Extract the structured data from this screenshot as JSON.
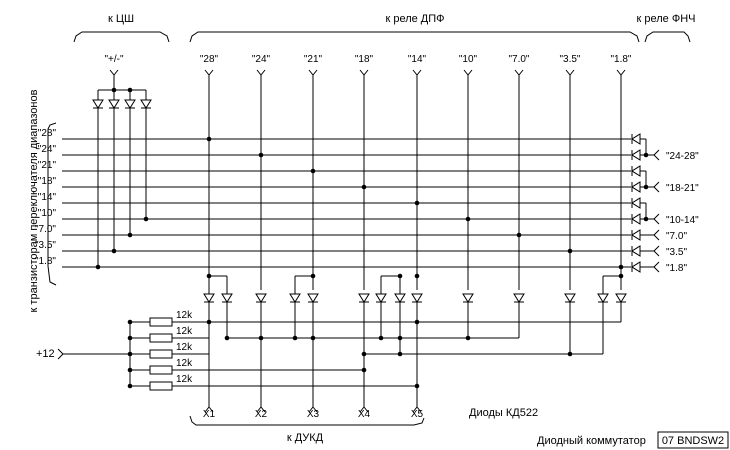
{
  "groups": {
    "csh": "к ЦШ",
    "dpf": "к реле ДПФ",
    "fnch": "к реле ФНЧ",
    "dukd": "к ДУКД"
  },
  "side_label": "к транзисторам переключателя диапазонов",
  "top_terms": [
    "\"+/-\"",
    "\"28\"",
    "\"24\"",
    "\"21\"",
    "\"18\"",
    "\"14\"",
    "\"10\"",
    "\"7.0\"",
    "\"3.5\"",
    "\"1.8\""
  ],
  "rows": [
    "\"28\"",
    "\"24\"",
    "\"21\"",
    "\"18\"",
    "\"14\"",
    "\"10\"",
    "\"7.0\"",
    "\"3.5\"",
    "\"1.8\""
  ],
  "fnch_outputs": [
    "\"24-28\"",
    "\"18-21\"",
    "\"10-14\"",
    "\"7.0\"",
    "\"3.5\"",
    "\"1.8\""
  ],
  "resistors": [
    "12k",
    "12k",
    "12k",
    "12k",
    "12k"
  ],
  "supply": "+12",
  "outputs": [
    "X1",
    "X2",
    "X3",
    "X4",
    "X5"
  ],
  "diodes_note": "Диоды  КД522",
  "caption": "Диодный коммутатор",
  "code": "07 BNDSW2"
}
